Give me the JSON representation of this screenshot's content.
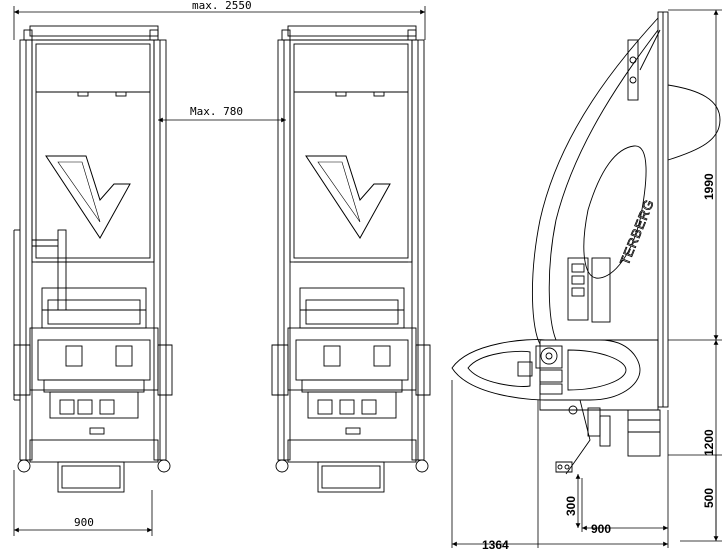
{
  "dimensions": {
    "max_width": "max. 2550",
    "max_gap": "Max. 780",
    "left_bottom_width": "900",
    "height_upper": "1990",
    "height_mid": "1200",
    "height_lower": "500",
    "depth_small": "300",
    "depth_900": "900",
    "depth_total": "1364"
  },
  "brand": {
    "name": "TERBERG",
    "logo": "terberg-logo"
  },
  "colors": {
    "line": "#000000",
    "background": "#ffffff"
  }
}
